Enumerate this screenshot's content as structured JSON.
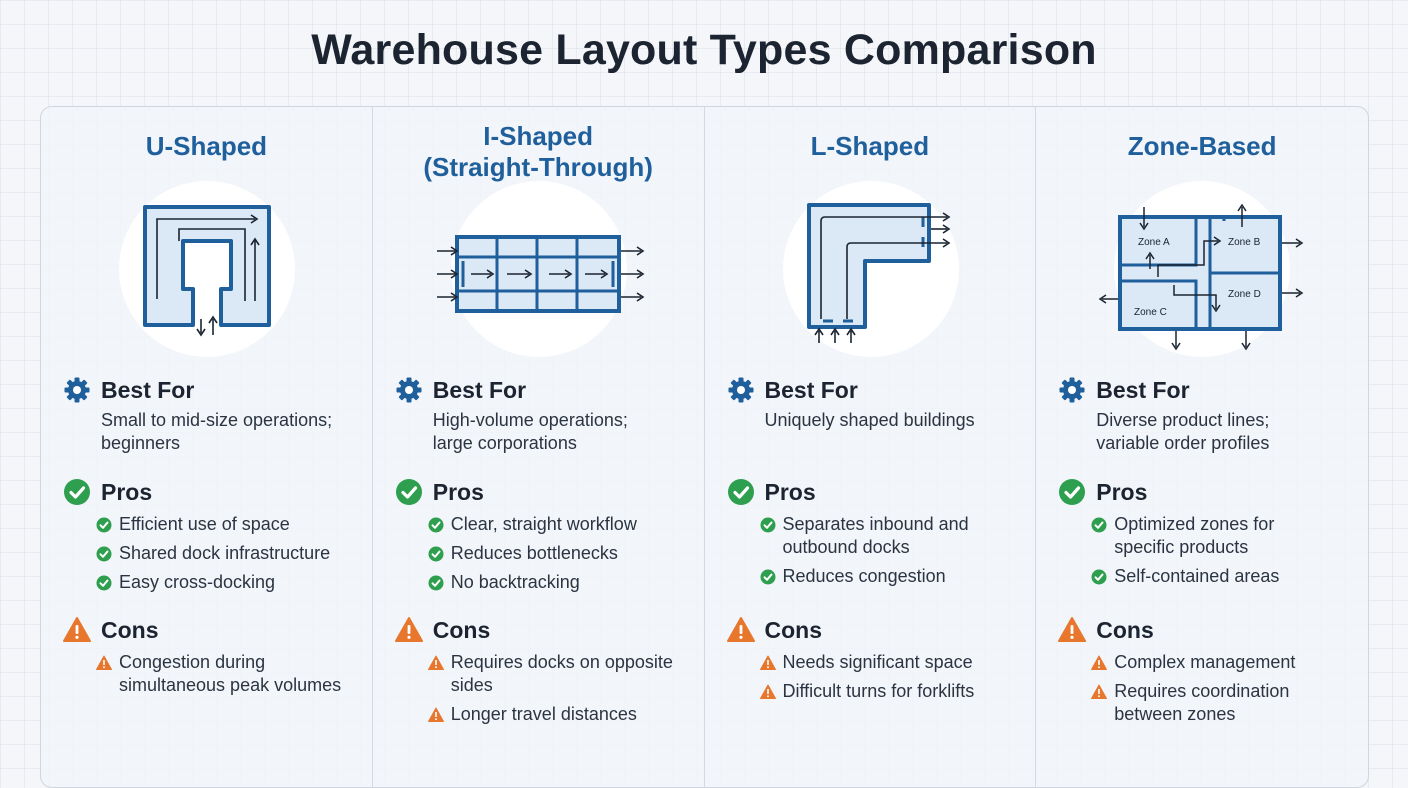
{
  "title": "Warehouse Layout Types Comparison",
  "section_labels": {
    "best": "Best For",
    "pros": "Pros",
    "cons": "Cons"
  },
  "colors": {
    "accent": "#1f5f9c",
    "pro": "#2e9e4f",
    "con": "#e8772e",
    "diagram_fill": "#dbe8f5",
    "diagram_stroke": "#1f5f9c"
  },
  "icons": {
    "best": "gear-icon",
    "pros": "check-circle-icon",
    "cons": "warning-triangle-icon"
  },
  "columns": [
    {
      "title_lines": [
        "U-Shaped"
      ],
      "best_for": [
        "Small to mid-size operations;",
        "beginners"
      ],
      "pros": [
        [
          "Efficient use of space"
        ],
        [
          "Shared dock infrastructure"
        ],
        [
          "Easy cross-docking"
        ]
      ],
      "cons": [
        [
          "Congestion during",
          "simultaneous peak volumes"
        ]
      ]
    },
    {
      "title_lines": [
        "I-Shaped",
        "(Straight-Through)"
      ],
      "best_for": [
        "High-volume operations;",
        "large corporations"
      ],
      "pros": [
        [
          "Clear, straight workflow"
        ],
        [
          "Reduces bottlenecks"
        ],
        [
          "No backtracking"
        ]
      ],
      "cons": [
        [
          "Requires docks on opposite",
          "sides"
        ],
        [
          "Longer travel distances"
        ]
      ]
    },
    {
      "title_lines": [
        "L-Shaped"
      ],
      "best_for": [
        "Uniquely shaped buildings"
      ],
      "pros": [
        [
          "Separates inbound and",
          "outbound docks"
        ],
        [
          "Reduces congestion"
        ]
      ],
      "cons": [
        [
          "Needs significant space"
        ],
        [
          "Difficult turns for forklifts"
        ]
      ]
    },
    {
      "title_lines": [
        "Zone-Based"
      ],
      "best_for": [
        "Diverse product lines;",
        "variable order profiles"
      ],
      "pros": [
        [
          "Optimized zones for",
          "specific products"
        ],
        [
          "Self-contained areas"
        ]
      ],
      "cons": [
        [
          "Complex management"
        ],
        [
          "Requires coordination",
          "between zones"
        ]
      ]
    }
  ],
  "zone_labels": [
    "Zone A",
    "Zone B",
    "Zone C",
    "Zone D"
  ]
}
